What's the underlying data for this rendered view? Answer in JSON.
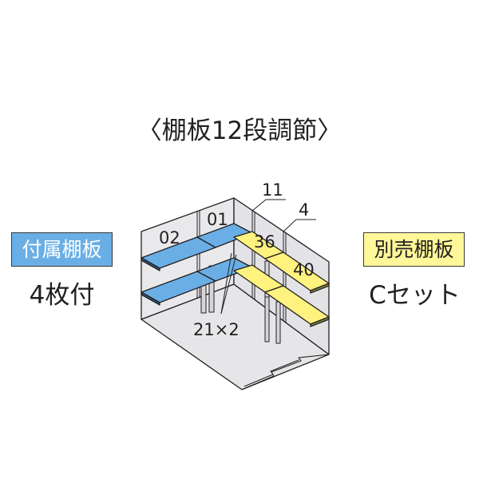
{
  "title": "〈棚板12段調節〉",
  "included": {
    "tag_label": "付属棚板",
    "tag_color": "#6aaee6",
    "quantity": "4枚付"
  },
  "optional": {
    "tag_label": "別売棚板",
    "tag_color": "#fff799",
    "set": "Cセット"
  },
  "diagram": {
    "wall_color": "#e6e6e9",
    "blue_shelf_color": "#6aaee6",
    "yellow_shelf_color": "#fff27f",
    "labels": {
      "shelf_02": "02",
      "shelf_01": "01",
      "shelf_36": "36",
      "shelf_40": "40",
      "post_11": "11",
      "post_4": "4",
      "bracket": "21×2"
    }
  }
}
